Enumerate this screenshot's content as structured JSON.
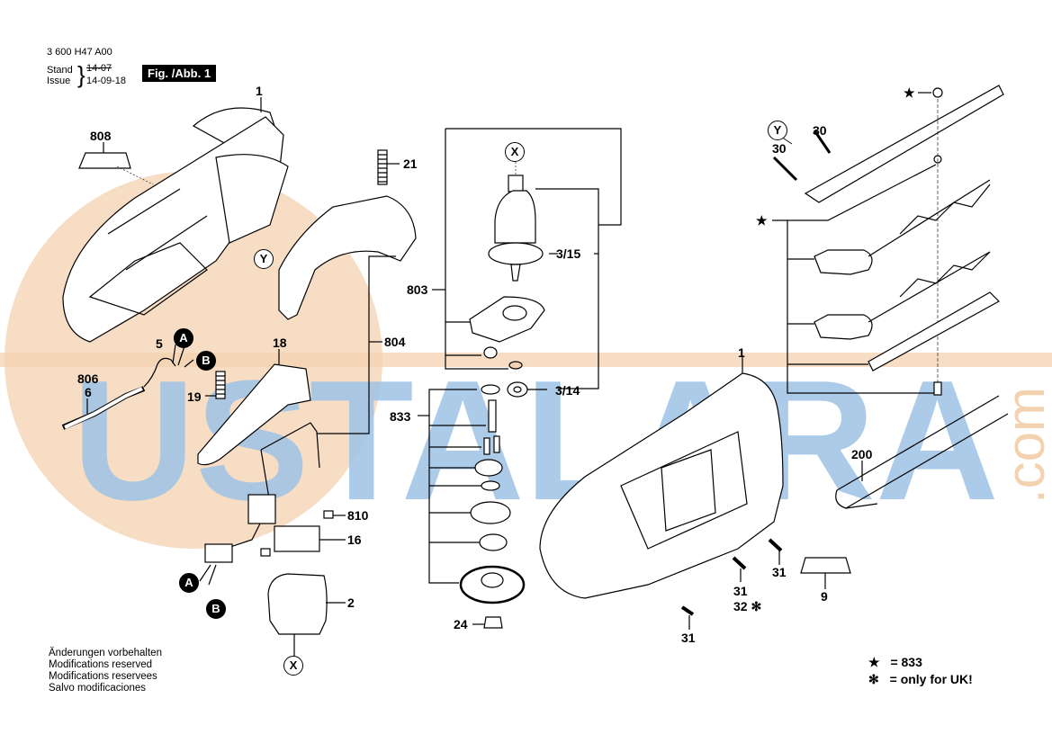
{
  "header": {
    "doc_number": "3 600 H47 A00",
    "stand_label": "Stand",
    "issue_label": "Issue",
    "stand_date_struck": "14-07",
    "issue_date": "14-09-18",
    "figure_label": "Fig. /Abb. 1"
  },
  "watermark": {
    "text": "USTALARA",
    "suffix": ".com",
    "colors": {
      "blue": "#9ec3e6",
      "orange": "#f3d2b0"
    }
  },
  "callouts": {
    "c1_top": "1",
    "c808": "808",
    "c21": "21",
    "c5": "5",
    "c806": "806",
    "c6": "6",
    "c18": "18",
    "c19": "19",
    "c804": "804",
    "c803": "803",
    "c3_15": "3/15",
    "c3_14": "3/14",
    "c833": "833",
    "c810": "810",
    "c16": "16",
    "c2": "2",
    "c24": "24",
    "c1_right": "1",
    "c30a": "30",
    "c30b": "30",
    "c200": "200",
    "c31a": "31",
    "c31b": "31",
    "c32": "32 ✻",
    "c31c": "31",
    "c9": "9",
    "star_a": "★",
    "star_b": "★"
  },
  "reference_markers": {
    "x_top": "X",
    "x_bottom": "X",
    "y_left": "Y",
    "y_right": "Y",
    "a_top": "A",
    "b_top": "B",
    "a_bottom": "A",
    "b_bottom": "B"
  },
  "notes": [
    "Änderungen vorbehalten",
    "Modifications reserved",
    "Modifications reservees",
    "Salvo modificaciones"
  ],
  "legend": [
    {
      "symbol": "★",
      "text": "= 833"
    },
    {
      "symbol": "✻",
      "text": "= only for UK!"
    }
  ]
}
